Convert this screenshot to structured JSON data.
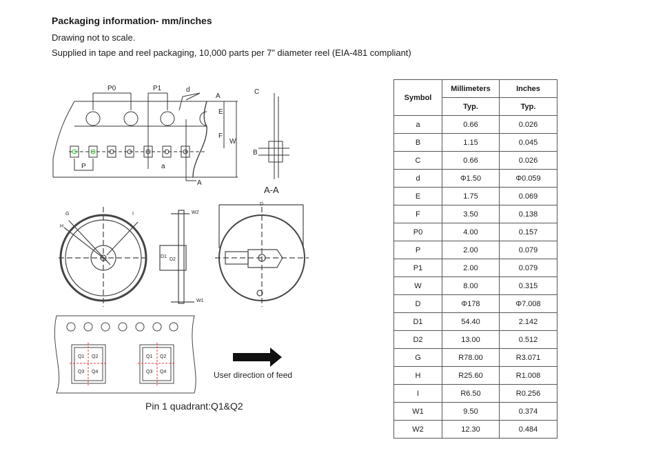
{
  "header": {
    "title": "Packaging information- mm/inches",
    "note": "Drawing not to scale.",
    "supply": "Supplied in tape and reel packaging, 10,000 parts per 7” diameter reel (EIA-481 compliant)"
  },
  "drawing": {
    "tape_labels": {
      "p0": "P0",
      "p1": "P1",
      "d": "d",
      "a_top": "A",
      "a_bottom": "A",
      "e": "E",
      "f": "F",
      "w": "W",
      "p": "P",
      "a": "a",
      "c": "C",
      "b": "B",
      "section": "A-A"
    },
    "reel_labels": {
      "g": "G",
      "h": "H",
      "i": "I",
      "w2": "W2",
      "w1": "W1",
      "d1": "D1",
      "d2": "D2",
      "d": "D"
    },
    "quadrants": [
      "Q1",
      "Q2",
      "Q3",
      "Q4"
    ],
    "feed_direction": "User direction of feed",
    "pin1": "Pin 1 quadrant:Q1&Q2"
  },
  "table": {
    "headers": {
      "symbol": "Symbol",
      "mm": "Millimeters",
      "in": "Inches",
      "typ_mm": "Typ.",
      "typ_in": "Typ."
    },
    "rows": [
      {
        "symbol": "a",
        "mm": "0.66",
        "in": "0.026"
      },
      {
        "symbol": "B",
        "mm": "1.15",
        "in": "0.045"
      },
      {
        "symbol": "C",
        "mm": "0.66",
        "in": "0.026"
      },
      {
        "symbol": "d",
        "mm": "Φ1.50",
        "in": "Φ0.059"
      },
      {
        "symbol": "E",
        "mm": "1.75",
        "in": "0.069"
      },
      {
        "symbol": "F",
        "mm": "3.50",
        "in": "0.138"
      },
      {
        "symbol": "P0",
        "mm": "4.00",
        "in": "0.157"
      },
      {
        "symbol": "P",
        "mm": "2.00",
        "in": "0.079"
      },
      {
        "symbol": "P1",
        "mm": "2.00",
        "in": "0.079"
      },
      {
        "symbol": "W",
        "mm": "8.00",
        "in": "0.315"
      },
      {
        "symbol": "D",
        "mm": "Φ178",
        "in": "Φ7.008"
      },
      {
        "symbol": "D1",
        "mm": "54.40",
        "in": "2.142"
      },
      {
        "symbol": "D2",
        "mm": "13.00",
        "in": "0.512"
      },
      {
        "symbol": "G",
        "mm": "R78.00",
        "in": "R3.071"
      },
      {
        "symbol": "H",
        "mm": "R25.60",
        "in": "R1.008"
      },
      {
        "symbol": "I",
        "mm": "R6.50",
        "in": "R0.256"
      },
      {
        "symbol": "W1",
        "mm": "9.50",
        "in": "0.374"
      },
      {
        "symbol": "W2",
        "mm": "12.30",
        "in": "0.484"
      }
    ]
  }
}
